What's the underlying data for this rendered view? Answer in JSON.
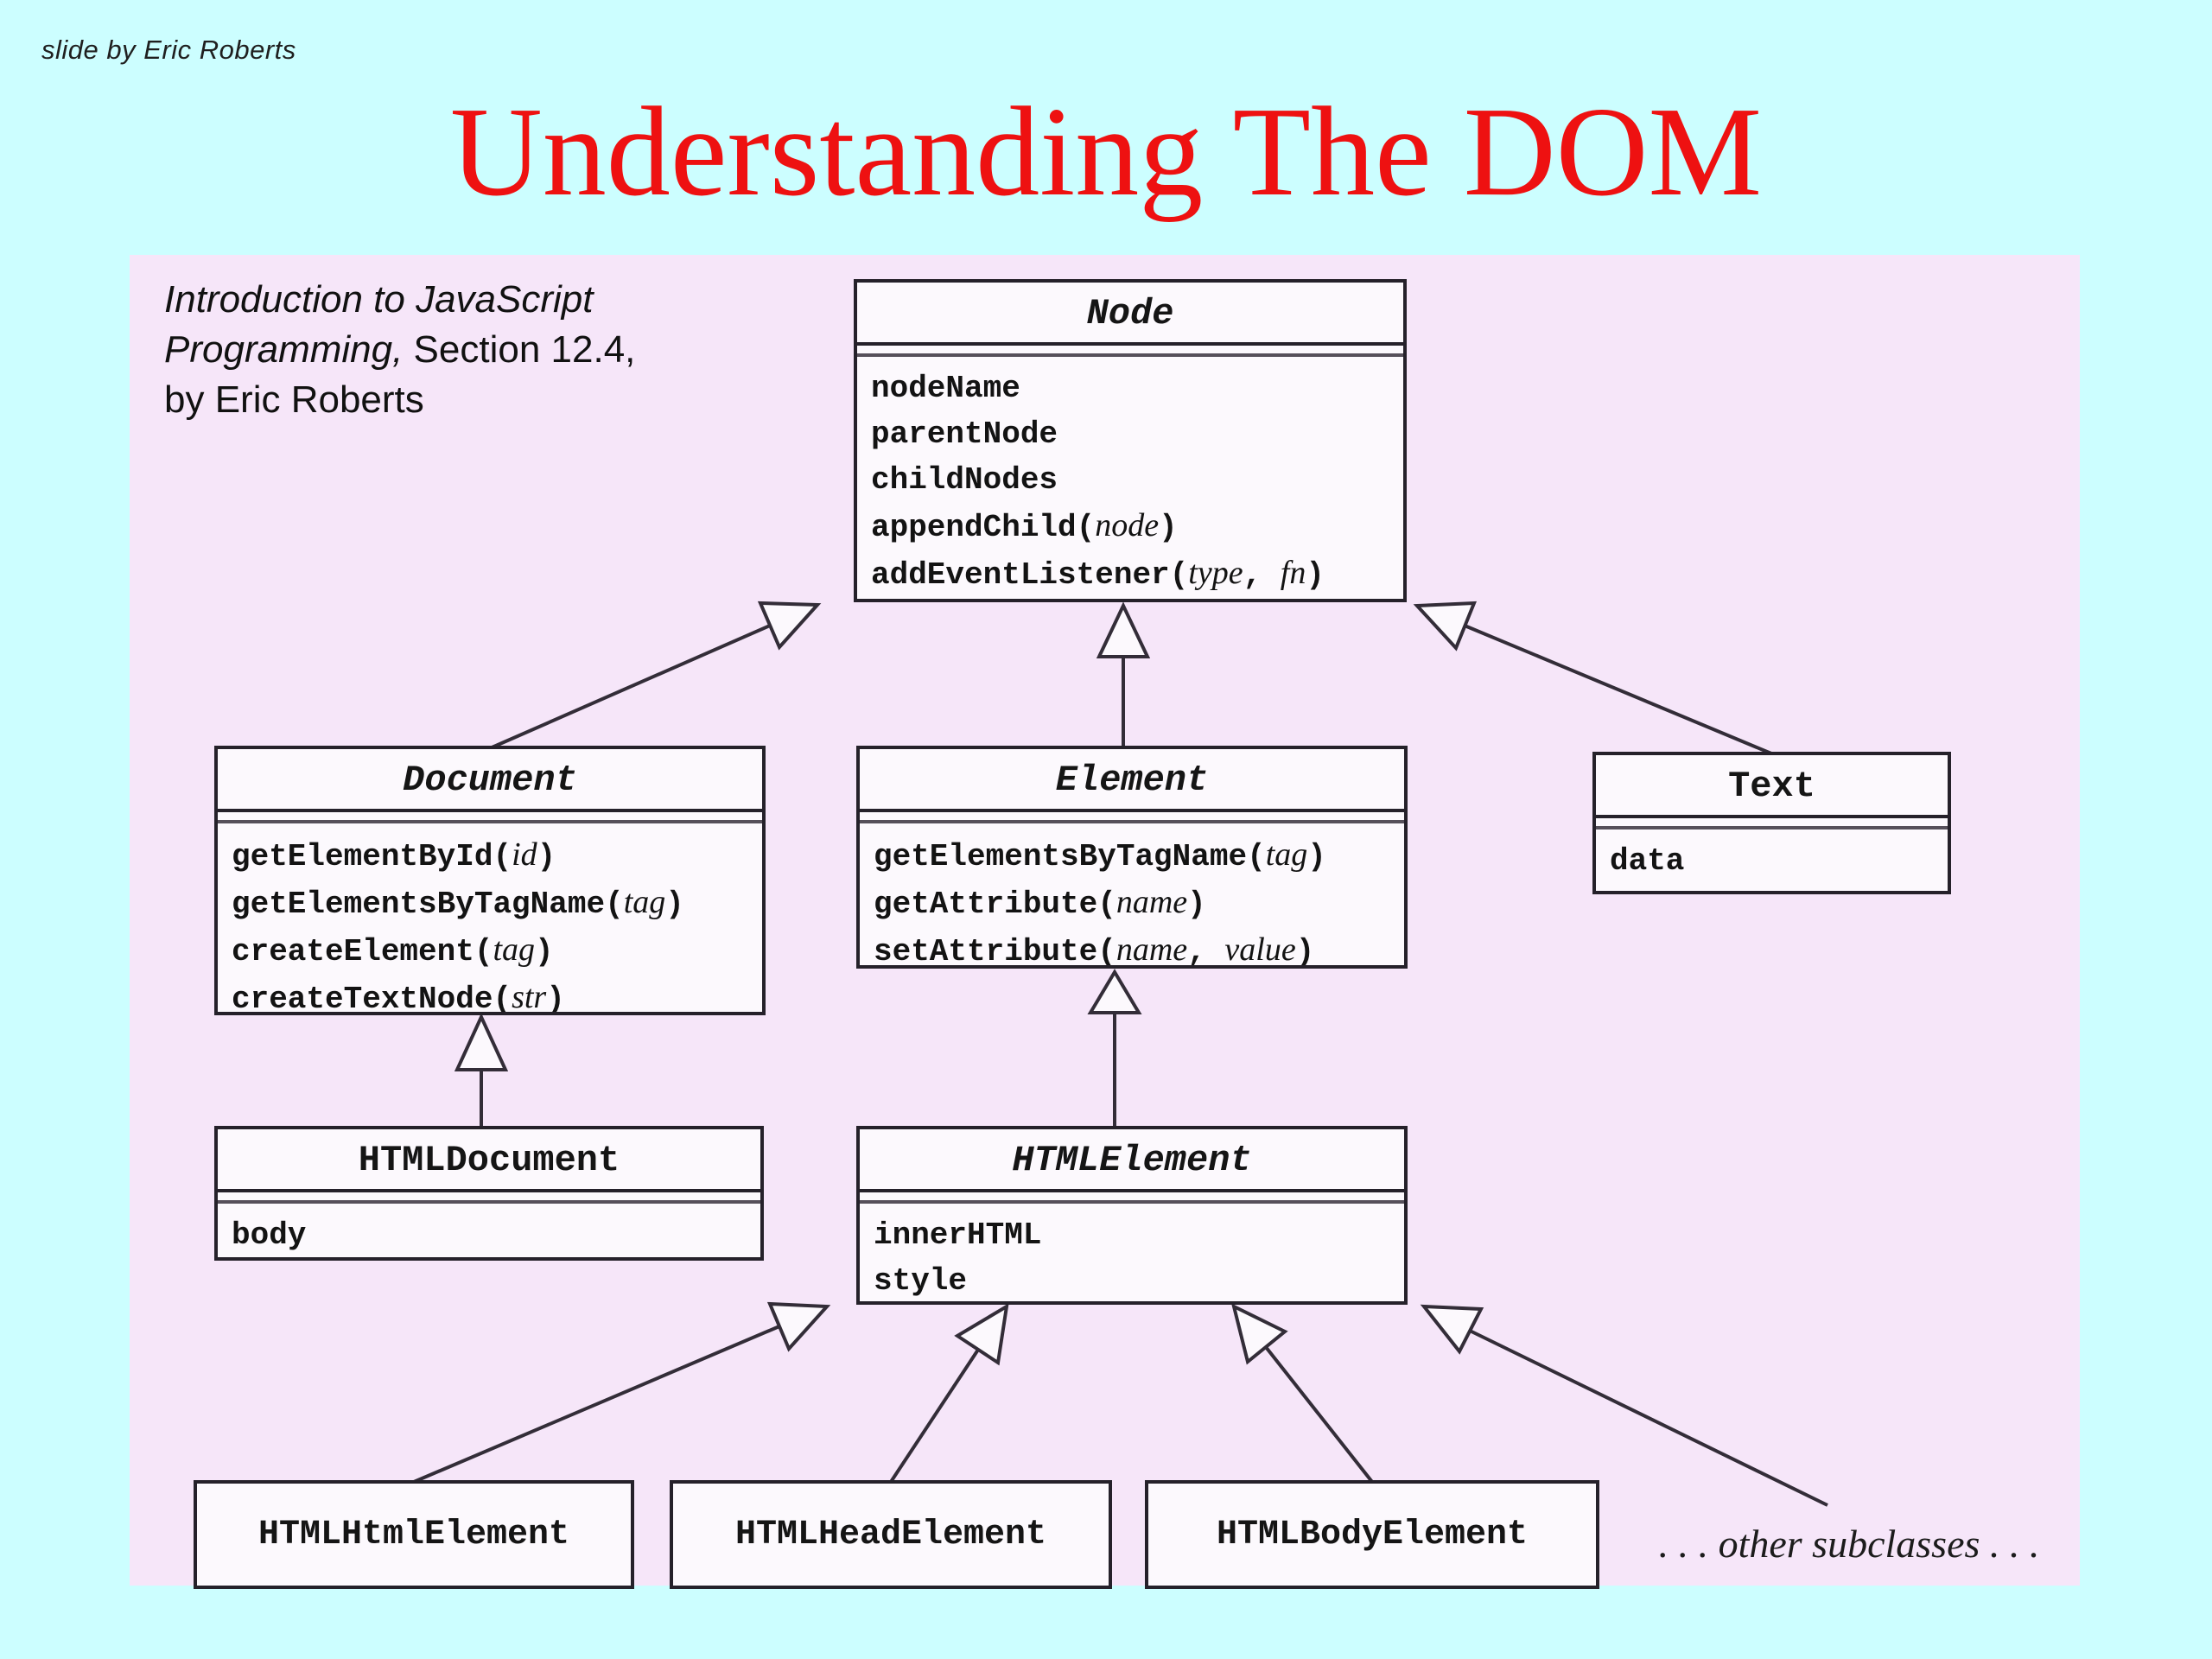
{
  "slide": {
    "credit": "slide by Eric Roberts",
    "title": "Understanding The DOM"
  },
  "reference": {
    "line1_italic": "Introduction to JavaScript",
    "line2_italic": "Programming,",
    "line2_rest": " Section 12.4,",
    "line3": "by Eric Roberts"
  },
  "colors": {
    "background": "#ccfeff",
    "panel": "#f6e6f9",
    "title_red": "#ee1111",
    "box_fill": "#fcf9fd",
    "line_dark": "#332d38"
  },
  "diagram": {
    "classes": [
      {
        "key": "node",
        "title": "Node",
        "abstract": true,
        "members": [
          {
            "name": "nodeName"
          },
          {
            "name": "parentNode"
          },
          {
            "name": "childNodes"
          },
          {
            "name": "appendChild",
            "params": [
              "node"
            ]
          },
          {
            "name": "addEventListener",
            "params": [
              "type",
              "fn"
            ]
          }
        ]
      },
      {
        "key": "document",
        "title": "Document",
        "abstract": true,
        "members": [
          {
            "name": "getElementById",
            "params": [
              "id"
            ]
          },
          {
            "name": "getElementsByTagName",
            "params": [
              "tag"
            ]
          },
          {
            "name": "createElement",
            "params": [
              "tag"
            ]
          },
          {
            "name": "createTextNode",
            "params": [
              "str"
            ]
          }
        ]
      },
      {
        "key": "element",
        "title": "Element",
        "abstract": true,
        "members": [
          {
            "name": "getElementsByTagName",
            "params": [
              "tag"
            ]
          },
          {
            "name": "getAttribute",
            "params": [
              "name"
            ]
          },
          {
            "name": "setAttribute",
            "params": [
              "name",
              "value"
            ]
          }
        ]
      },
      {
        "key": "text",
        "title": "Text",
        "abstract": false,
        "members": [
          {
            "name": "data"
          }
        ]
      },
      {
        "key": "htmldocument",
        "title": "HTMLDocument",
        "abstract": false,
        "members": [
          {
            "name": "body"
          }
        ]
      },
      {
        "key": "htmlelement",
        "title": "HTMLElement",
        "abstract": true,
        "members": [
          {
            "name": "innerHTML"
          },
          {
            "name": "style"
          }
        ]
      },
      {
        "key": "htmlhtmlelement",
        "title": "HTMLHtmlElement",
        "abstract": false,
        "members": []
      },
      {
        "key": "htmlheadelement",
        "title": "HTMLHeadElement",
        "abstract": false,
        "members": []
      },
      {
        "key": "htmlbodyelement",
        "title": "HTMLBodyElement",
        "abstract": false,
        "members": []
      }
    ],
    "other_subclasses": ". . . other subclasses . . ."
  }
}
